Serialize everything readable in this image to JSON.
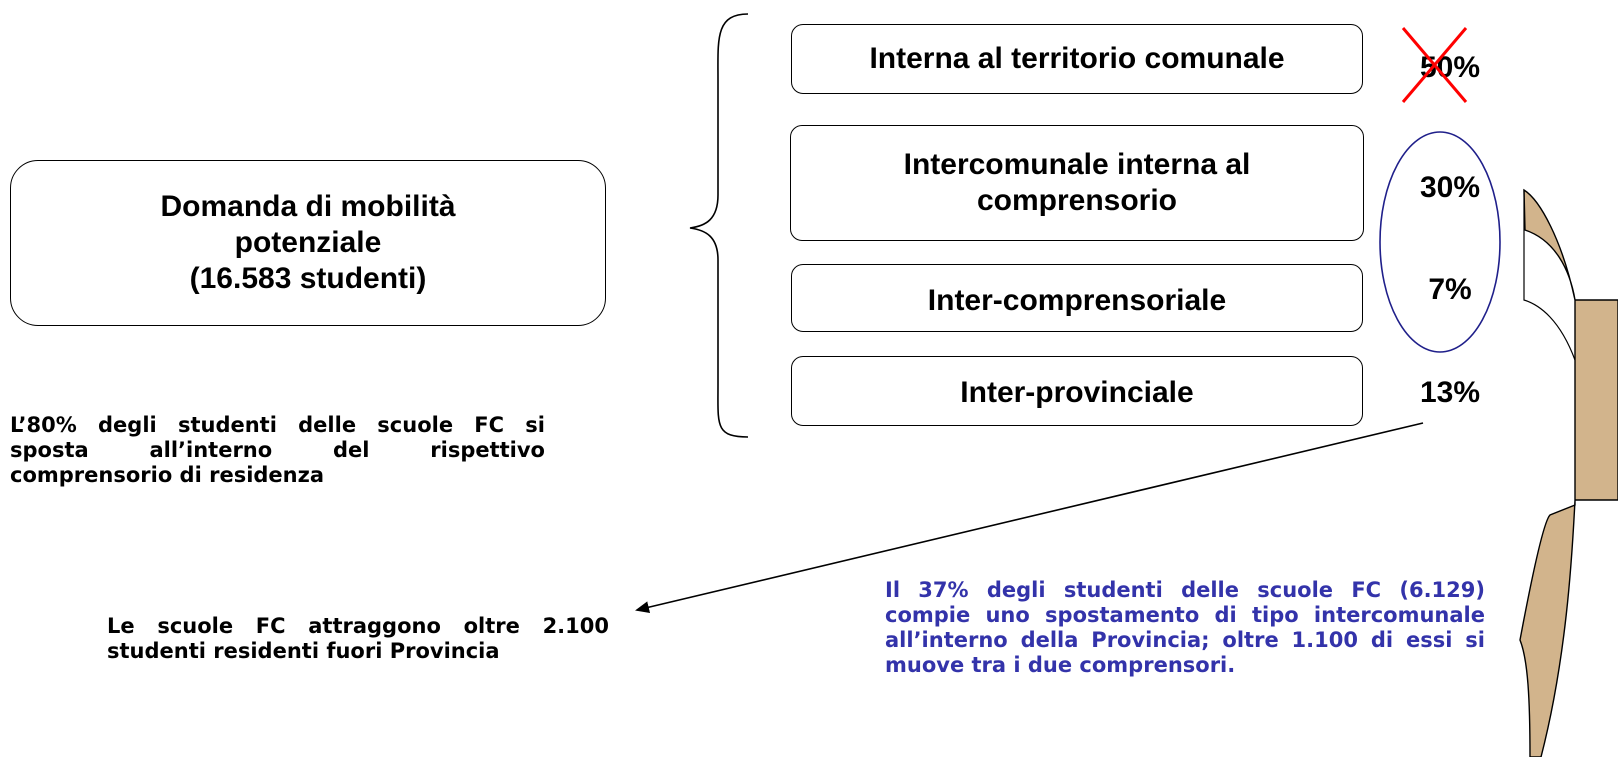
{
  "main_box": {
    "line1": "Domanda di mobilità",
    "line2": "potenziale",
    "line3": "(16.583 studenti)"
  },
  "categories": [
    {
      "label": "Interna al territorio comunale",
      "percent": "50%",
      "status": "crossed-out"
    },
    {
      "label_line1": "Intercomunale interna al",
      "label_line2": "comprensorio",
      "percent": "30%",
      "status": "circled"
    },
    {
      "label": "Inter-comprensoriale",
      "percent": "7%",
      "status": "circled"
    },
    {
      "label": "Inter-provinciale",
      "percent": "13%",
      "status": "normal"
    }
  ],
  "notes": {
    "within_district": "L’80% degli studenti delle scuole FC si sposta all’interno del rispettivo comprensorio di residenza",
    "attraction": "Le scuole FC attraggono oltre 2.100 studenti residenti fuori Provincia",
    "intercommunal": "Il 37% degli studenti delle scuole FC (6.129) compie uno spostamento di tipo intercomunale all’interno della Provincia; oltre 1.100 di essi si muove tra i due comprensori."
  },
  "colors": {
    "cross_mark": "#ff0000",
    "circle_outline": "#1f1f8a",
    "note_blue_text": "#3333aa",
    "curved_arrow_fill": "#d2b48c"
  }
}
